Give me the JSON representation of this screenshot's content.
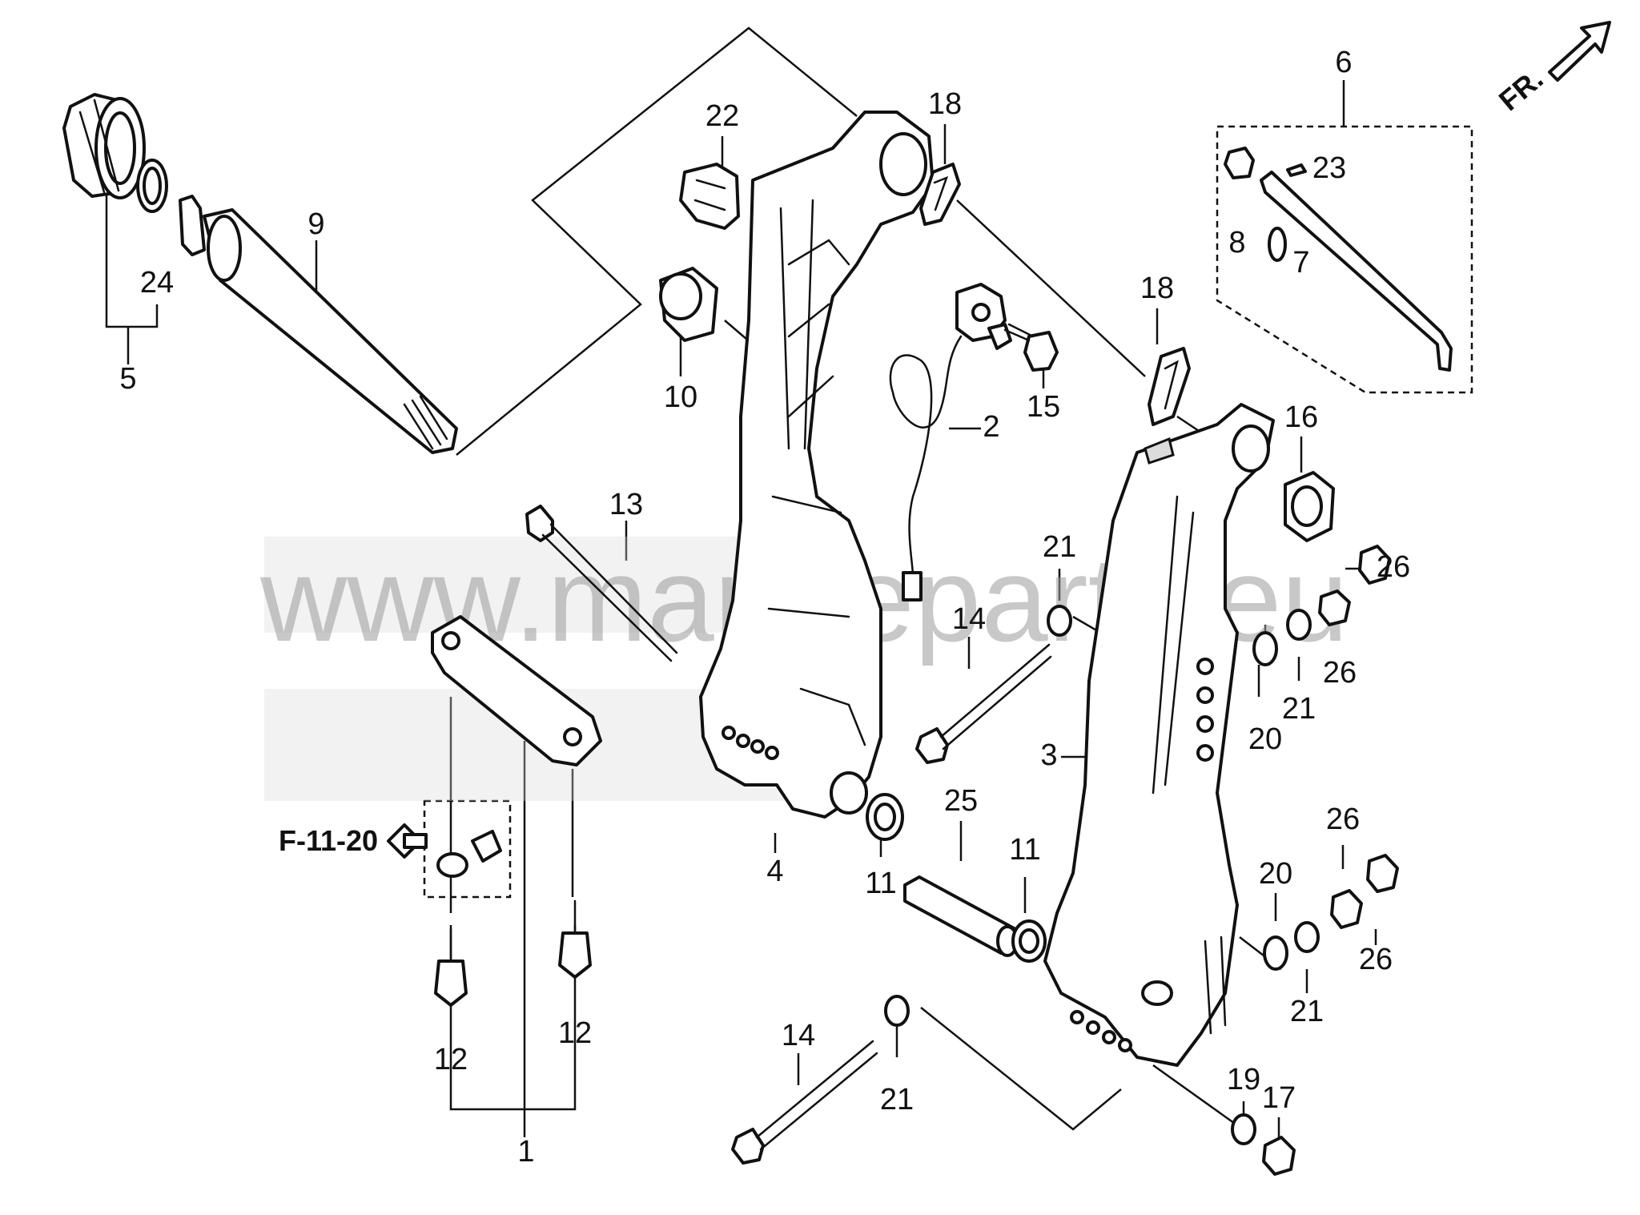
{
  "watermark": "www.marineparts.eu",
  "orientation_label": "FR.",
  "cross_reference": "F-11-20",
  "callouts": [
    {
      "id": "c1",
      "text": "1"
    },
    {
      "id": "c2",
      "text": "2"
    },
    {
      "id": "c3",
      "text": "3"
    },
    {
      "id": "c4",
      "text": "4"
    },
    {
      "id": "c5",
      "text": "5"
    },
    {
      "id": "c6",
      "text": "6"
    },
    {
      "id": "c7",
      "text": "7"
    },
    {
      "id": "c8",
      "text": "8"
    },
    {
      "id": "c9",
      "text": "9"
    },
    {
      "id": "c10",
      "text": "10"
    },
    {
      "id": "c11a",
      "text": "11"
    },
    {
      "id": "c11b",
      "text": "11"
    },
    {
      "id": "c12a",
      "text": "12"
    },
    {
      "id": "c12b",
      "text": "12"
    },
    {
      "id": "c13",
      "text": "13"
    },
    {
      "id": "c14a",
      "text": "14"
    },
    {
      "id": "c14b",
      "text": "14"
    },
    {
      "id": "c15",
      "text": "15"
    },
    {
      "id": "c16",
      "text": "16"
    },
    {
      "id": "c17",
      "text": "17"
    },
    {
      "id": "c18a",
      "text": "18"
    },
    {
      "id": "c18b",
      "text": "18"
    },
    {
      "id": "c19",
      "text": "19"
    },
    {
      "id": "c20a",
      "text": "20"
    },
    {
      "id": "c20b",
      "text": "20"
    },
    {
      "id": "c21a",
      "text": "21"
    },
    {
      "id": "c21b",
      "text": "21"
    },
    {
      "id": "c21c",
      "text": "21"
    },
    {
      "id": "c21d",
      "text": "21"
    },
    {
      "id": "c22",
      "text": "22"
    },
    {
      "id": "c23",
      "text": "23"
    },
    {
      "id": "c24",
      "text": "24"
    },
    {
      "id": "c25",
      "text": "25"
    },
    {
      "id": "c26a",
      "text": "26"
    },
    {
      "id": "c26b",
      "text": "26"
    },
    {
      "id": "c26c",
      "text": "26"
    },
    {
      "id": "c26d",
      "text": "26"
    }
  ]
}
